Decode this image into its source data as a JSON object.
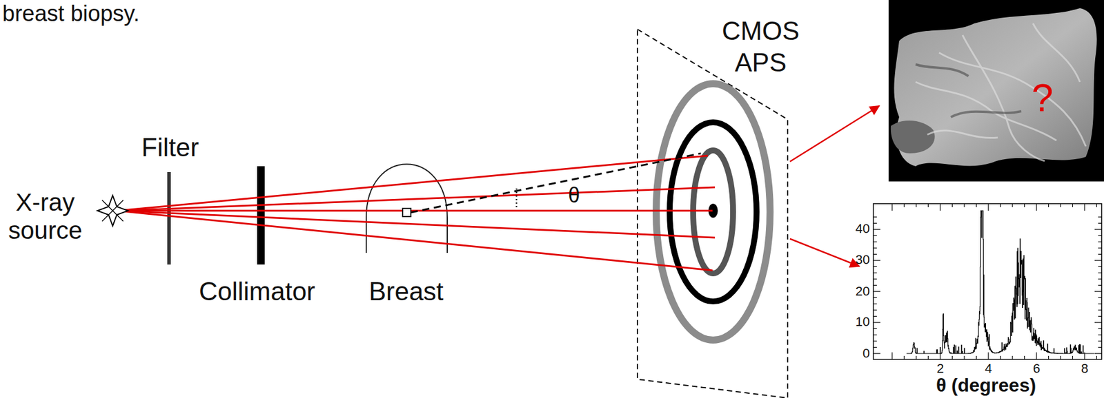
{
  "diagram": {
    "labels": [
      "breast biopsy.",
      "X-ray source",
      "Filter",
      "Collimator",
      "Breast",
      "θ",
      "CMOS APS",
      "?",
      "40",
      "30",
      "20",
      "10",
      "0",
      "2",
      "4",
      "6",
      "8",
      "θ (degrees)"
    ]
  }
}
